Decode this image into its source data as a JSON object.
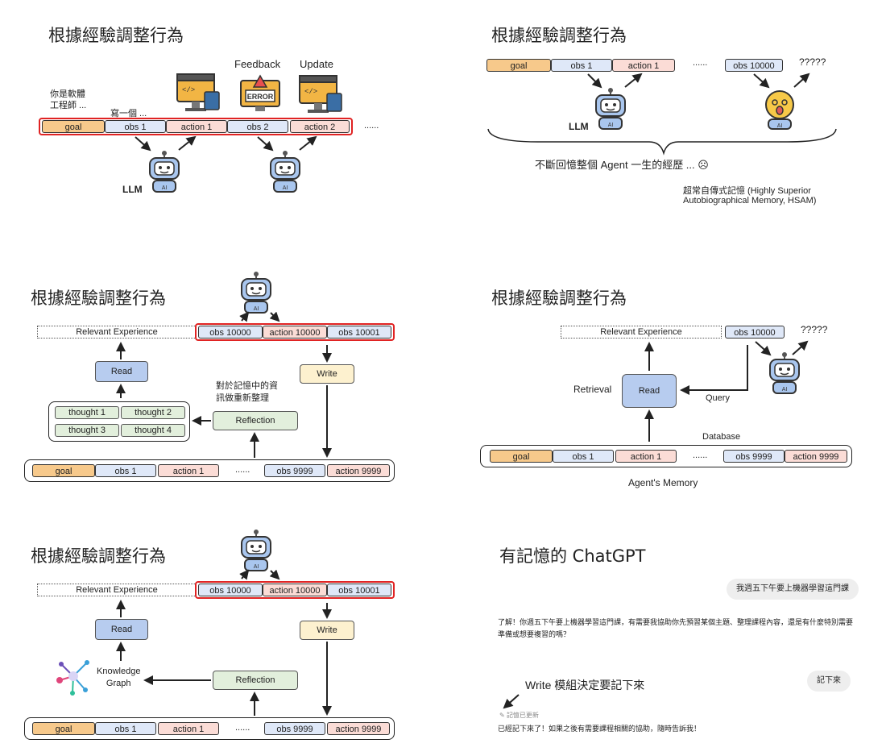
{
  "slide1": {
    "title": "根據經驗調整行為",
    "prompt_label": "你是軟體\n工程師 ...",
    "write_label": "寫一個 ...",
    "feedback_label": "Feedback",
    "update_label": "Update",
    "error_text": "ERROR",
    "cells": [
      "goal",
      "obs 1",
      "action 1",
      "obs 2",
      "action 2"
    ],
    "ellipsis": "......",
    "llm_label": "LLM"
  },
  "slide2": {
    "title": "根據經驗調整行為",
    "cells": [
      "goal",
      "obs 1",
      "action 1"
    ],
    "ellipsis": "......",
    "last_obs": "obs 10000",
    "question": "?????",
    "llm_label": "LLM",
    "caption": "不斷回憶整個 Agent 一生的經歷 ... ☹",
    "hsam_line1": "超常自傳式記憶 (Highly Superior",
    "hsam_line2": "Autobiographical Memory, HSAM)"
  },
  "slide3": {
    "title": "根據經驗調整行為",
    "relevant": "Relevant Experience",
    "top_cells": [
      "obs 10000",
      "action 10000",
      "obs 10001"
    ],
    "read": "Read",
    "write": "Write",
    "reflection": "Reflection",
    "reflection_note": "對於記憶中的資\n訊做重新整理",
    "thoughts": [
      "thought 1",
      "thought 2",
      "thought 3",
      "thought 4"
    ],
    "bottom_cells": [
      "goal",
      "obs 1",
      "action 1"
    ],
    "ellipsis": "......",
    "bottom_tail": [
      "obs 9999",
      "action 9999"
    ]
  },
  "slide4": {
    "title": "根據經驗調整行為",
    "relevant": "Relevant Experience",
    "top_obs": "obs 10000",
    "question": "?????",
    "retrieval": "Retrieval",
    "read": "Read",
    "query": "Query",
    "database": "Database",
    "bottom_cells": [
      "goal",
      "obs 1",
      "action 1"
    ],
    "ellipsis": "......",
    "bottom_tail": [
      "obs 9999",
      "action 9999"
    ],
    "memory_label": "Agent's Memory"
  },
  "slide5": {
    "title": "根據經驗調整行為",
    "relevant": "Relevant Experience",
    "top_cells": [
      "obs 10000",
      "action 10000",
      "obs 10001"
    ],
    "read": "Read",
    "write": "Write",
    "reflection": "Reflection",
    "kg_label": "Knowledge\nGraph",
    "bottom_cells": [
      "goal",
      "obs 1",
      "action 1"
    ],
    "ellipsis": "......",
    "bottom_tail": [
      "obs 9999",
      "action 9999"
    ]
  },
  "slide6": {
    "title": "有記憶的 ChatGPT",
    "user_msg1": "我週五下午要上機器學習這門課",
    "reply1": "了解！你週五下午要上機器學習這門課，有需要我協助你先預習某個主題、整理課程內容，還是有什麼特別需要準備或想要複習的嗎？",
    "user_msg2": "記下來",
    "annotation": "Write 模組決定要記下來",
    "memory_updated": "記憶已更新",
    "reply2": "已經記下來了！如果之後有需要課程相關的協助，隨時告訴我！"
  }
}
